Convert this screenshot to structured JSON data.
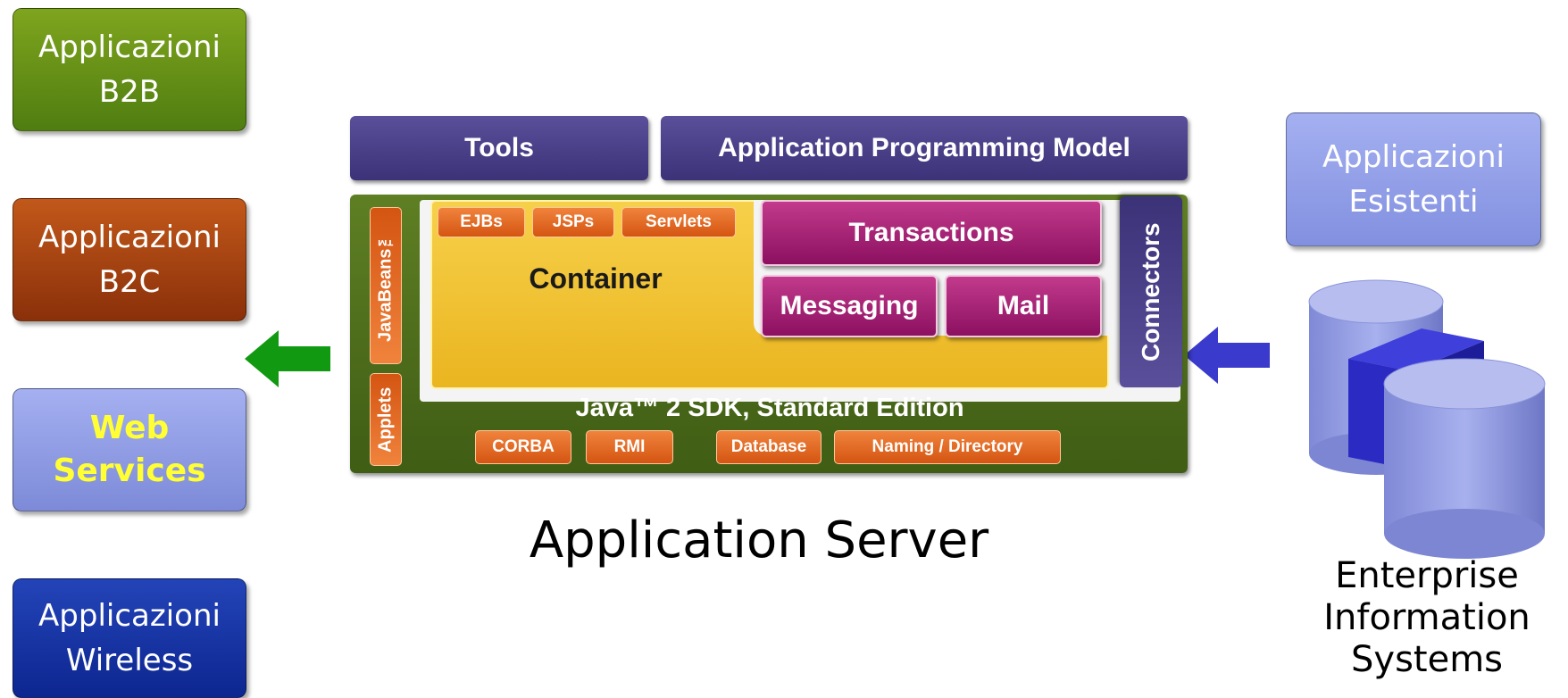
{
  "clients": {
    "b2b": [
      "Applicazioni",
      "B2B"
    ],
    "b2c": [
      "Applicazioni",
      "B2C"
    ],
    "web_services": [
      "Web",
      "Services"
    ],
    "wireless": [
      "Applicazioni",
      "Wireless"
    ]
  },
  "server": {
    "tools": "Tools",
    "programming_model": "Application Programming Model",
    "javabeans": "JavaBeans™",
    "applets": "Applets",
    "container_parts": [
      "EJBs",
      "JSPs",
      "Servlets"
    ],
    "container": "Container",
    "transactions": "Transactions",
    "messaging": "Messaging",
    "mail": "Mail",
    "connectors": "Connectors",
    "sdk": "Java™ 2 SDK, Standard Edition",
    "sdk_parts": [
      "CORBA",
      "RMI",
      "Database",
      "Naming / Directory"
    ],
    "caption": "Application Server"
  },
  "eis": {
    "existing_apps": [
      "Applicazioni",
      "Esistenti"
    ],
    "caption": [
      "Enterprise",
      "Information",
      "Systems"
    ]
  },
  "colors": {
    "arrow_left": "#119911",
    "arrow_right": "#3a3acc",
    "green_frame": "#4f6e1e",
    "yellow_container": "#f2c22a"
  }
}
